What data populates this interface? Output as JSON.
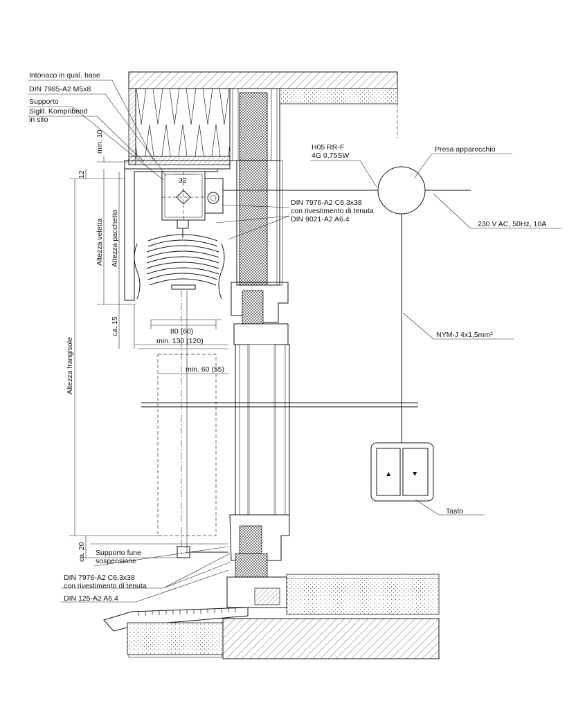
{
  "callouts": {
    "intonaco": "Intonaco in qual. base",
    "din7985": "DIN 7985-A2 M5x8",
    "supporto": "Supporto",
    "sigill_1": "Sigill. Kompribend",
    "sigill_2": "in sito",
    "din7976_top_1": "DIN 7976-A2 C6.3x38",
    "din7976_top_2": "con rivestimento di tenuta",
    "din9021": "DIN 9021-A2 A6.4",
    "supporto_fune_1": "Supporto fune",
    "supporto_fune_2": "sospensione",
    "din7976_bot_1": "DIN 7976-A2 C6.3x38",
    "din7976_bot_2": "con rivestimento di tenuta",
    "din125": "DIN 125-A2 A6.4"
  },
  "electrical": {
    "cable_top_1": "H05 RR-F",
    "cable_top_2": "4G 0,75SW",
    "socket": "Presa apparecchio",
    "power": "230 V AC, 50Hz, 10A",
    "cable_main": "NYM-J 4x1,5mm²",
    "switch": "Tasto",
    "switch_up_glyph": "▲",
    "switch_down_glyph": "▼"
  },
  "dimensions": {
    "min10": "min. 10",
    "d12": "12",
    "d32": "32",
    "altezza_veletta": "Altezza veletta",
    "altezza_pacchetto": "Altezza pacchetto",
    "ca15": "ca. 15",
    "d80": "80 (60)",
    "min130": "min. 130 (120)",
    "min60": "min. 60 (55)",
    "altezza_frangisole": "Altezza frangisole",
    "ca20": "ca. 20"
  }
}
